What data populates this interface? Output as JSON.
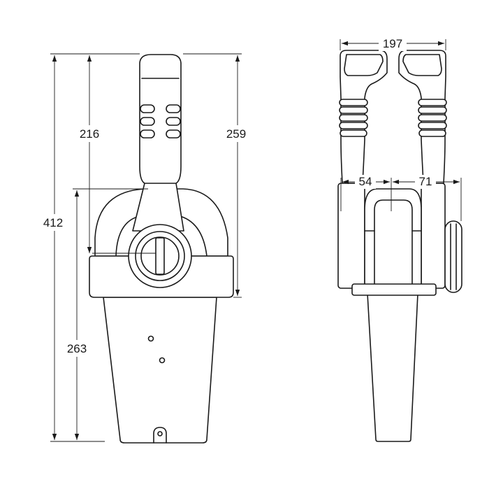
{
  "dimensions": {
    "overall_height": "412",
    "lever_height": "216",
    "top_to_base_height": "259",
    "housing_height": "263",
    "total_width": "197",
    "inner_width": "54",
    "hub_width": "71"
  }
}
